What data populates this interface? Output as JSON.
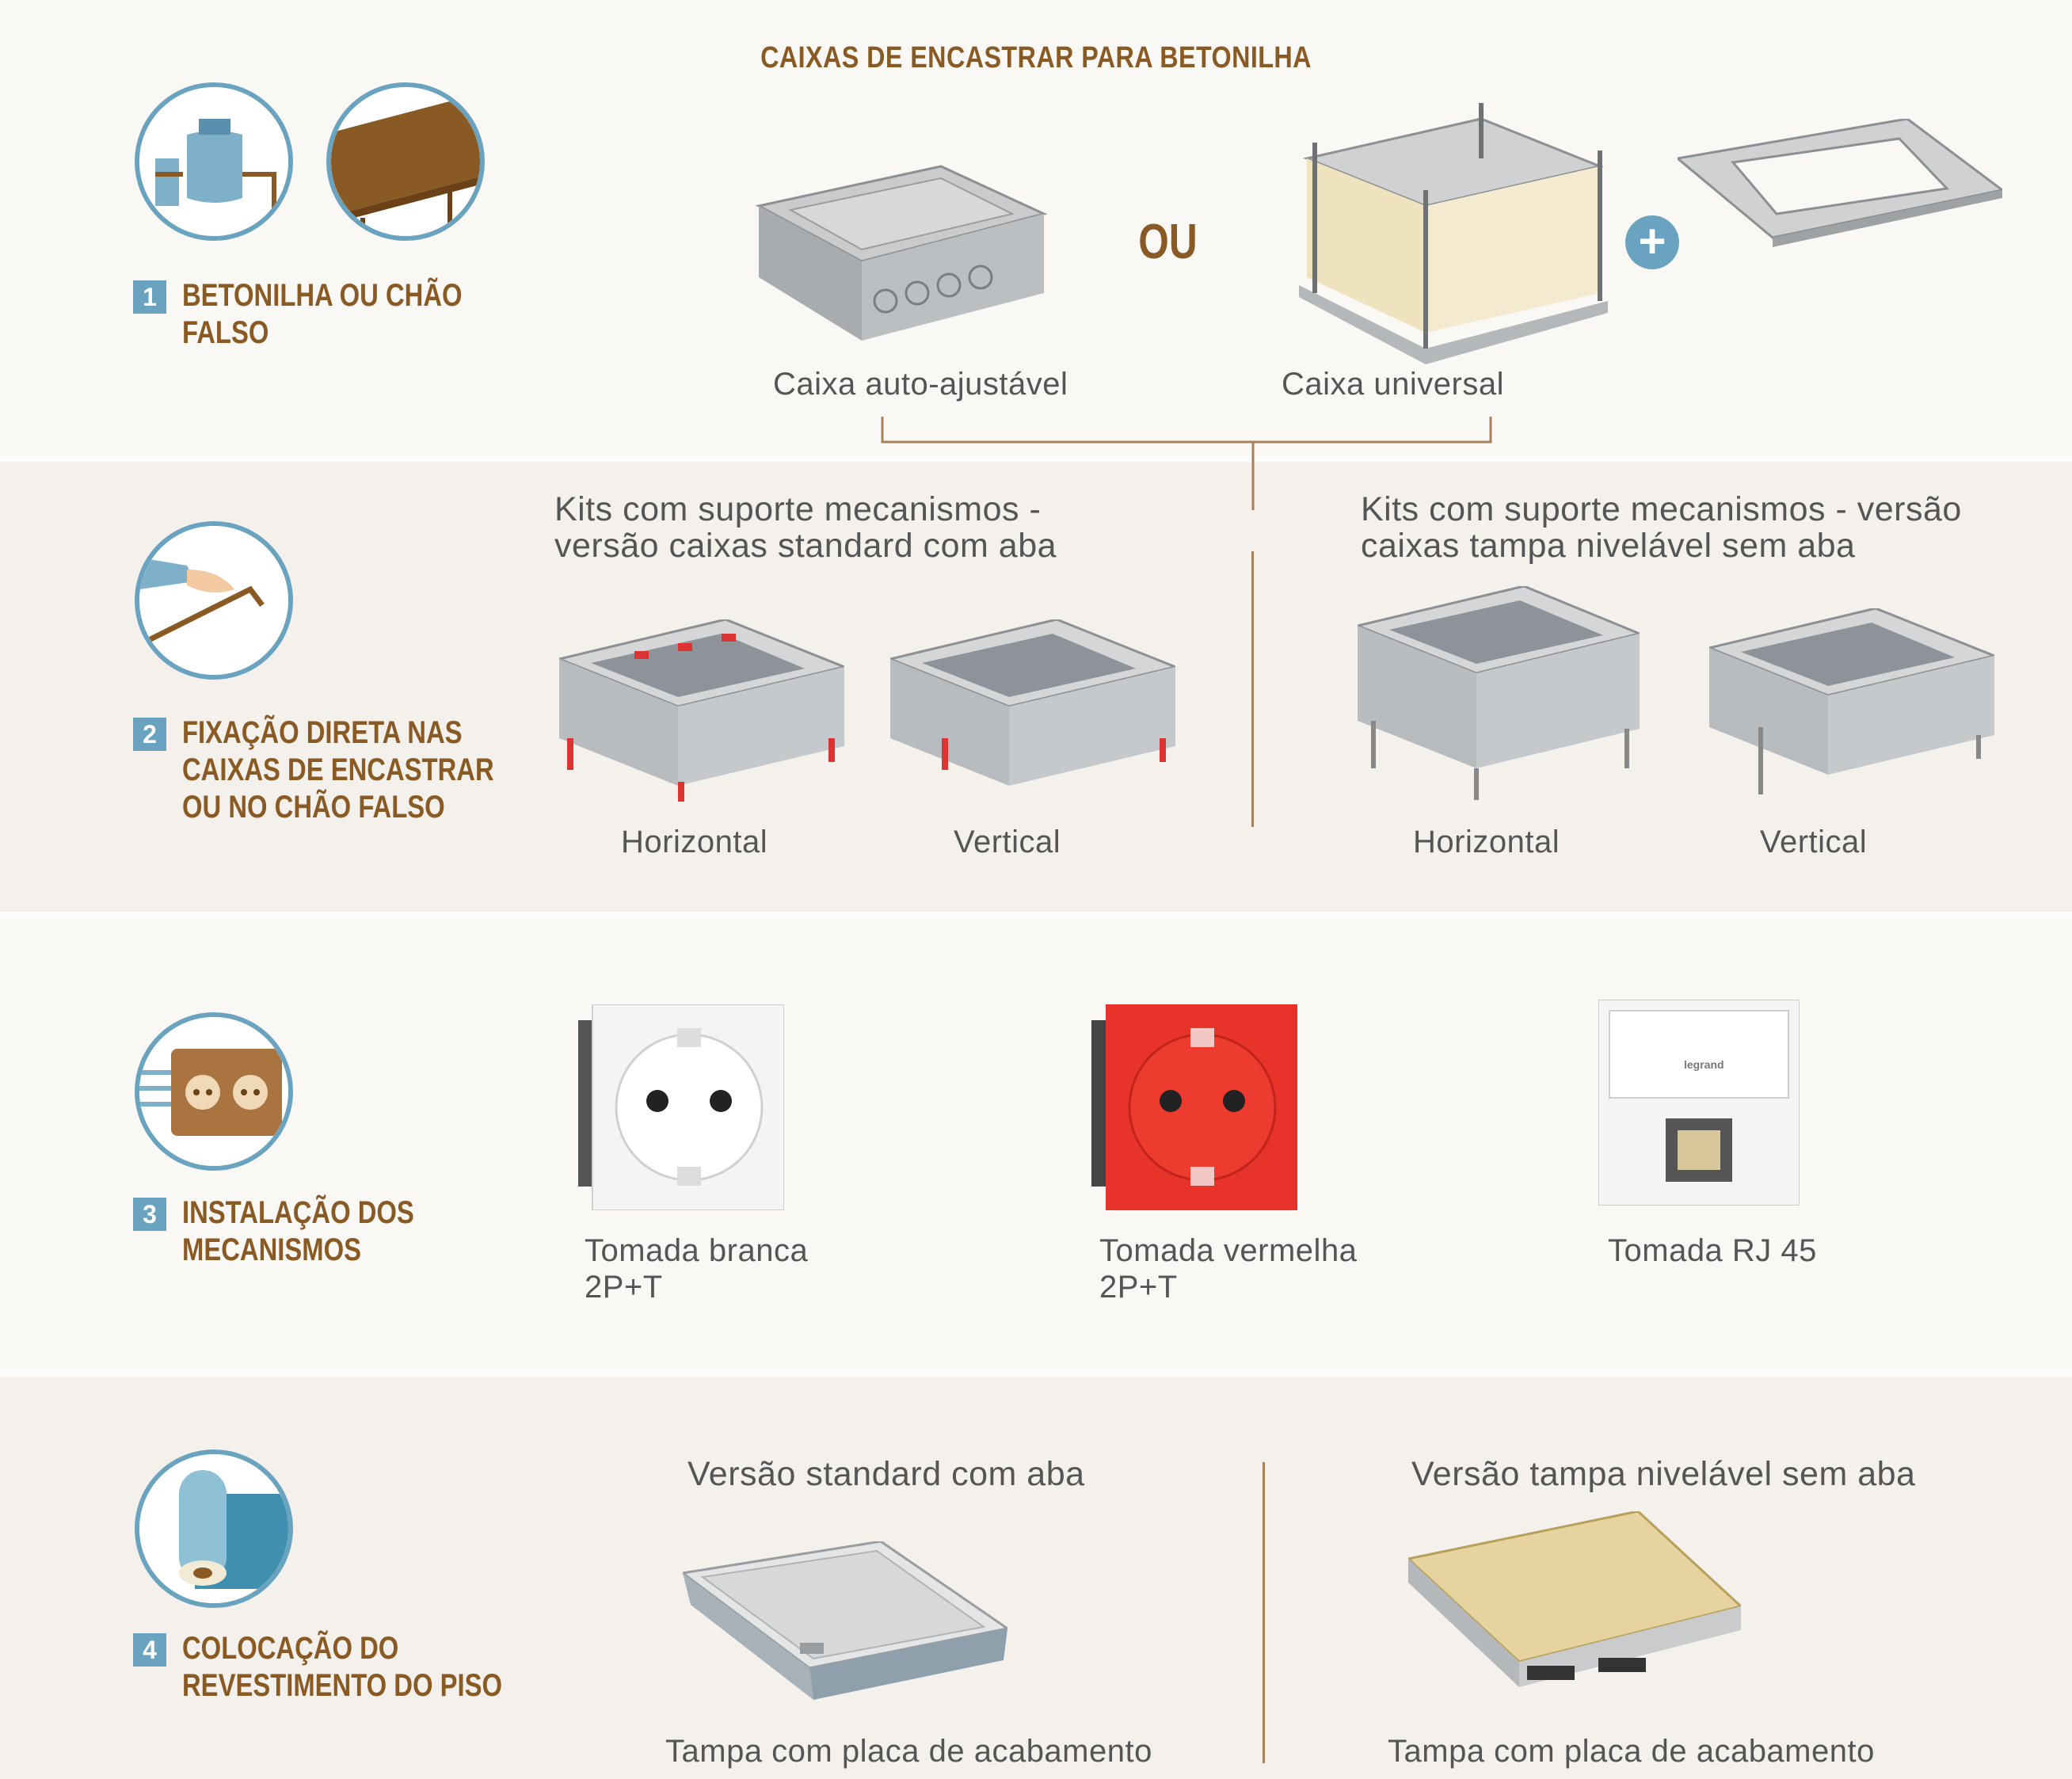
{
  "header": {
    "title": "CAIXAS DE ENCASTRAR PARA BETONILHA"
  },
  "steps": [
    {
      "num": "1",
      "text": "BETONILHA OU CHÃO\nFALSO",
      "icon": "concrete-mixer-icon",
      "icon2": "raised-floor-icon"
    },
    {
      "num": "2",
      "text": "FIXAÇÃO DIRETA NAS\nCAIXAS DE ENCASTRAR\nOU NO CHÃO FALSO",
      "icon": "hand-fixing-icon"
    },
    {
      "num": "3",
      "text": "INSTALAÇÃO DOS\nMECANISMOS",
      "icon": "socket-icon"
    },
    {
      "num": "4",
      "text": "COLOCAÇÃO DO\nREVESTIMENTO DO PISO",
      "icon": "floor-roll-icon"
    }
  ],
  "section1": {
    "left_label": "Caixa auto-ajustável",
    "or_text": "OU",
    "right_label": "Caixa universal",
    "plus": "+"
  },
  "section2": {
    "left_title": "Kits com suporte mecanismos -\nversão caixas standard com aba",
    "right_title": "Kits com suporte mecanismos - versão\ncaixas tampa nivelável sem aba",
    "items": [
      "Horizontal",
      "Vertical",
      "Horizontal",
      "Vertical"
    ]
  },
  "section3": {
    "items": [
      "Tomada branca\n2P+T",
      "Tomada vermelha\n  2P+T",
      "Tomada RJ 45"
    ],
    "brand_on_product": "legrand"
  },
  "section4": {
    "left_title": "Versão standard com aba",
    "right_title": "Versão tampa nivelável sem aba",
    "left_label": "Tampa com placa de acabamento",
    "right_label": "Tampa com placa de acabamento"
  },
  "colors": {
    "accent_blue": "#6aa3bf",
    "brown": "#8a5a24",
    "red": "#e8332a"
  }
}
